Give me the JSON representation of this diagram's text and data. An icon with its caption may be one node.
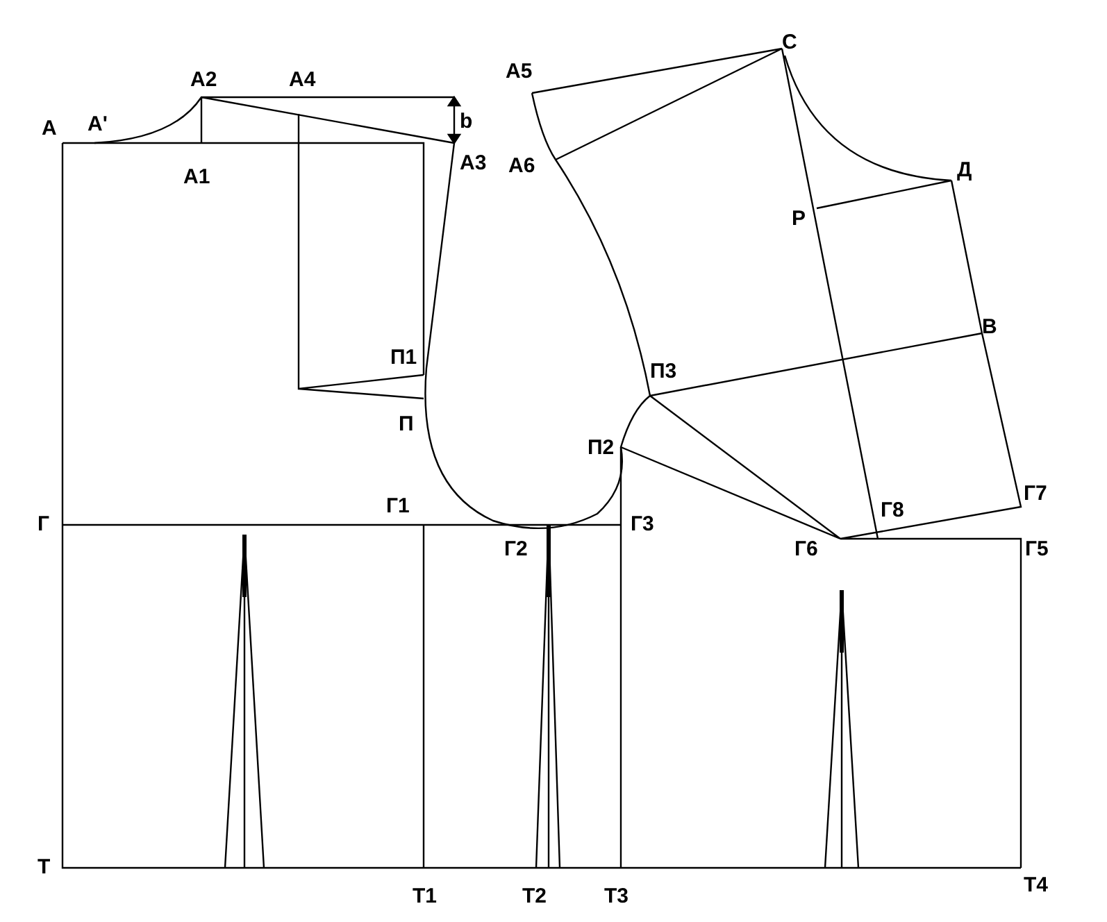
{
  "diagram": {
    "labels": [
      "С",
      "А5",
      "А2",
      "А4",
      "b",
      "А",
      "А'",
      "А1",
      "А3",
      "А6",
      "Д",
      "Р",
      "В",
      "П1",
      "П3",
      "П",
      "П2",
      "Г7",
      "Г",
      "Г1",
      "Г3",
      "Г8",
      "Г2",
      "Г6",
      "Г5",
      "Т",
      "Т1",
      "Т2",
      "Т3",
      "Т4"
    ]
  }
}
